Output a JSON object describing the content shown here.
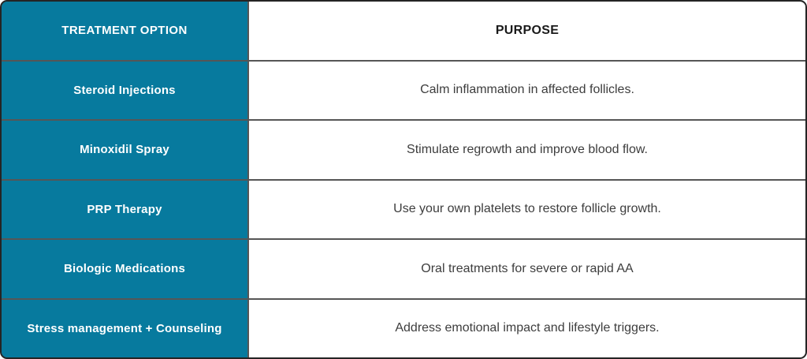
{
  "table": {
    "header": {
      "option_label": "TREATMENT OPTION",
      "purpose_label": "PURPOSE"
    },
    "rows": [
      {
        "option": "Steroid Injections",
        "purpose": "Calm inflammation in affected follicles."
      },
      {
        "option": "Minoxidil Spray",
        "purpose": "Stimulate regrowth and improve blood flow."
      },
      {
        "option": "PRP Therapy",
        "purpose": "Use your own platelets to restore follicle growth."
      },
      {
        "option": "Biologic Medications",
        "purpose": "Oral treatments for severe or rapid AA"
      },
      {
        "option": "Stress management + Counseling",
        "purpose": "Address emotional impact and lifestyle triggers."
      }
    ]
  },
  "colors": {
    "teal": "#077a9e",
    "grid_line": "#565656",
    "outer_border": "#242424",
    "body_text": "#3d3d3d",
    "header_text": "#1a1a1a"
  }
}
